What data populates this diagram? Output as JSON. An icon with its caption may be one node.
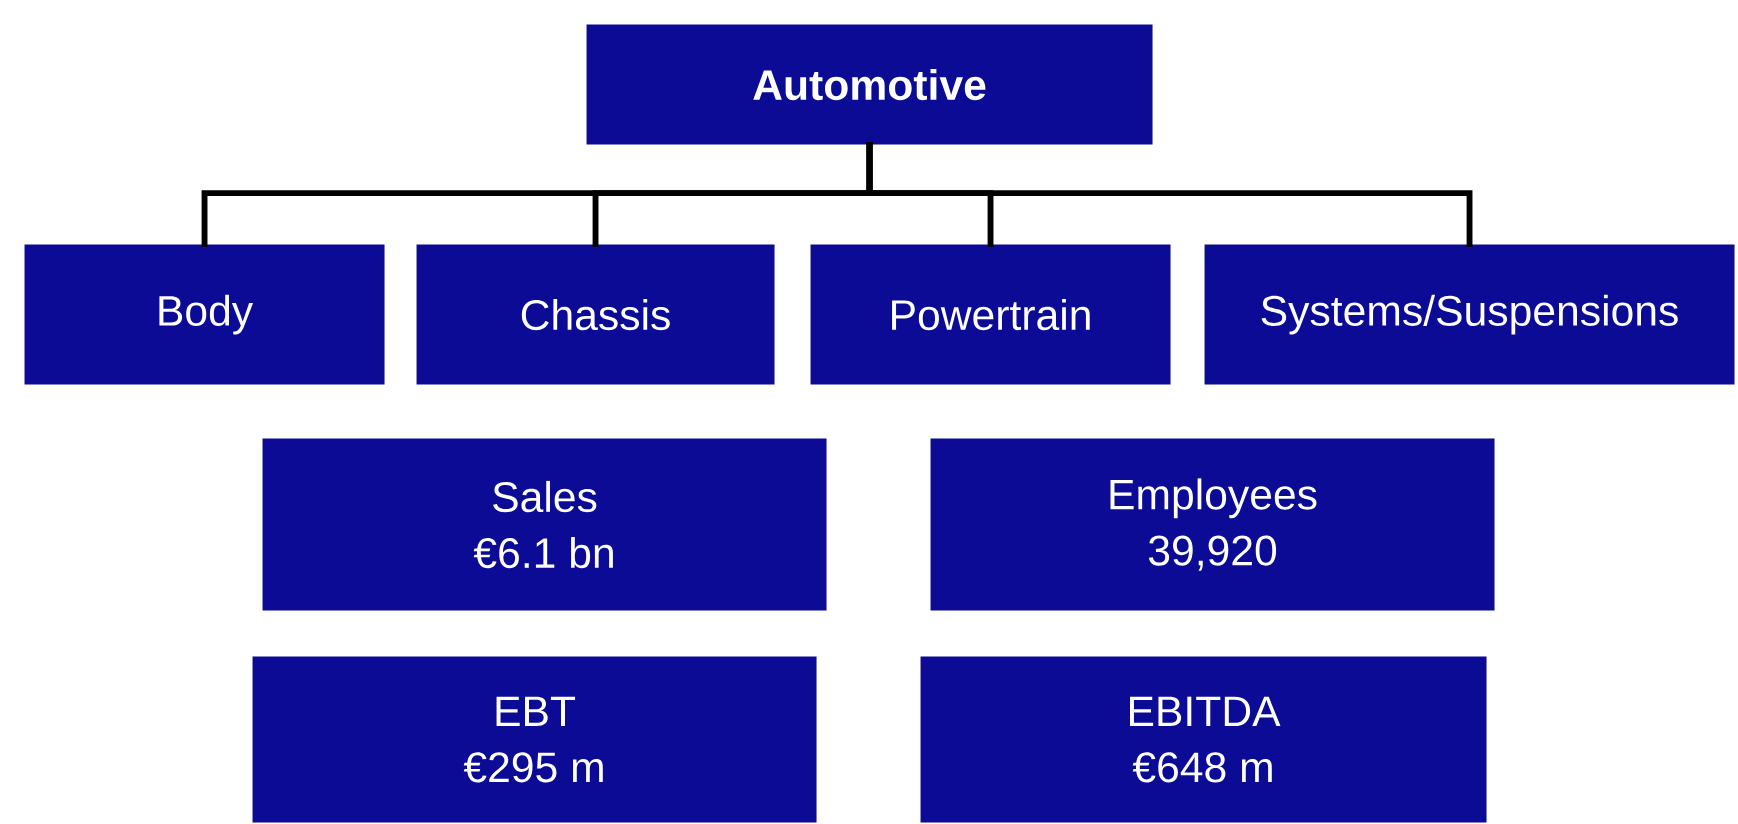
{
  "diagram": {
    "nodes": [
      {
        "text": [
          "Automotive"
        ]
      },
      {
        "text": [
          "Body"
        ]
      },
      {
        "text": [
          "Chassis"
        ]
      },
      {
        "text": [
          "Powertrain"
        ]
      },
      {
        "text": [
          "Systems/Suspensions"
        ]
      },
      {
        "text": [
          "Sales",
          "€6.1 bn"
        ]
      },
      {
        "text": [
          "Employees",
          "39,920"
        ]
      },
      {
        "text": [
          "EBT",
          "€295 m"
        ]
      },
      {
        "text": [
          "EBITDA",
          "€648 m"
        ]
      }
    ],
    "edges": [
      {
        "from": 0,
        "to": 1,
        "arrow": "none"
      },
      {
        "from": 0,
        "to": 2,
        "arrow": "none"
      },
      {
        "from": 0,
        "to": 3,
        "arrow": "none"
      },
      {
        "from": 0,
        "to": 4,
        "arrow": "none"
      }
    ]
  }
}
